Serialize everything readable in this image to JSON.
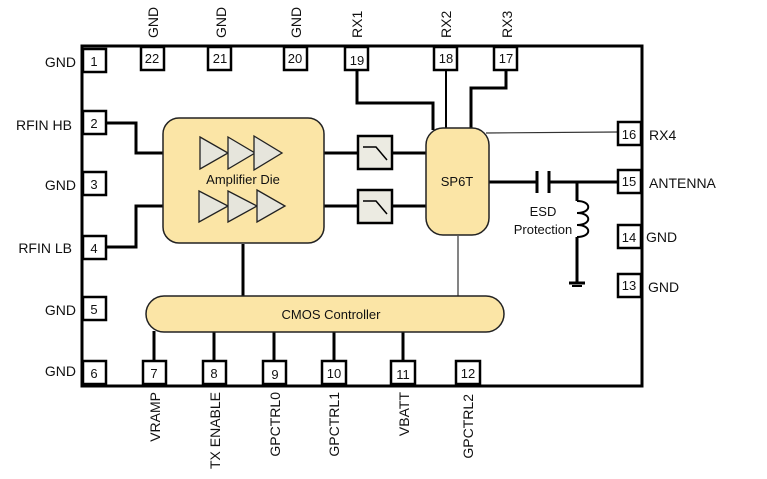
{
  "colors": {
    "block_fill": "#fbe5a6",
    "filter_fill": "#ecebe2",
    "amp_fill": "#e6e5dc",
    "line": "#000000"
  },
  "blocks": {
    "amplifier_die": "Amplifier Die",
    "switch": "SP6T",
    "controller": "CMOS Controller",
    "esd_line1": "ESD",
    "esd_line2": "Protection"
  },
  "pins": {
    "left": [
      {
        "num": "1",
        "name": "GND"
      },
      {
        "num": "2",
        "name": "RFIN HB"
      },
      {
        "num": "3",
        "name": "GND"
      },
      {
        "num": "4",
        "name": "RFIN LB"
      },
      {
        "num": "5",
        "name": "GND"
      },
      {
        "num": "6",
        "name": "GND"
      }
    ],
    "bottom": [
      {
        "num": "7",
        "name": "VRAMP"
      },
      {
        "num": "8",
        "name": "TX ENABLE"
      },
      {
        "num": "9",
        "name": "GPCTRL0"
      },
      {
        "num": "10",
        "name": "GPCTRL1"
      },
      {
        "num": "11",
        "name": "VBATT"
      },
      {
        "num": "12",
        "name": "GPCTRL2"
      }
    ],
    "right": [
      {
        "num": "13",
        "name": "GND"
      },
      {
        "num": "14",
        "name": "GND"
      },
      {
        "num": "15",
        "name": "ANTENNA"
      },
      {
        "num": "16",
        "name": "RX4"
      }
    ],
    "top": [
      {
        "num": "17",
        "name": "RX3"
      },
      {
        "num": "18",
        "name": "RX2"
      },
      {
        "num": "19",
        "name": "RX1"
      },
      {
        "num": "20",
        "name": "GND"
      },
      {
        "num": "21",
        "name": "GND"
      },
      {
        "num": "22",
        "name": "GND"
      }
    ]
  }
}
